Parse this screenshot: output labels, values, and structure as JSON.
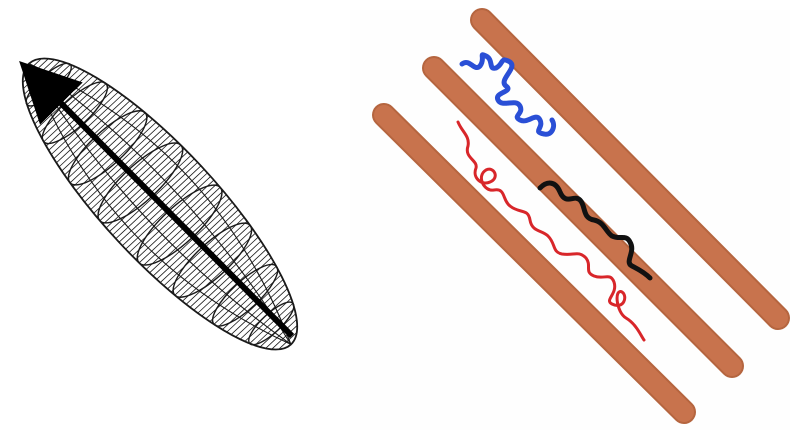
{
  "figure": {
    "left_panel": {
      "shape": "wireframe-ellipsoid",
      "arrow": "long-axis-direction-arrow",
      "colors": {
        "mesh": "#1a1a1a",
        "arrow": "#000000"
      }
    },
    "right_panel": {
      "rods": 3,
      "strands": [
        "blue-strand",
        "black-strand",
        "red-strand"
      ],
      "colors": {
        "rod": "#c8734d",
        "rod_edge": "#b5653f",
        "blue": "#2a4fd6",
        "black": "#111111",
        "red": "#d8262a"
      }
    }
  }
}
